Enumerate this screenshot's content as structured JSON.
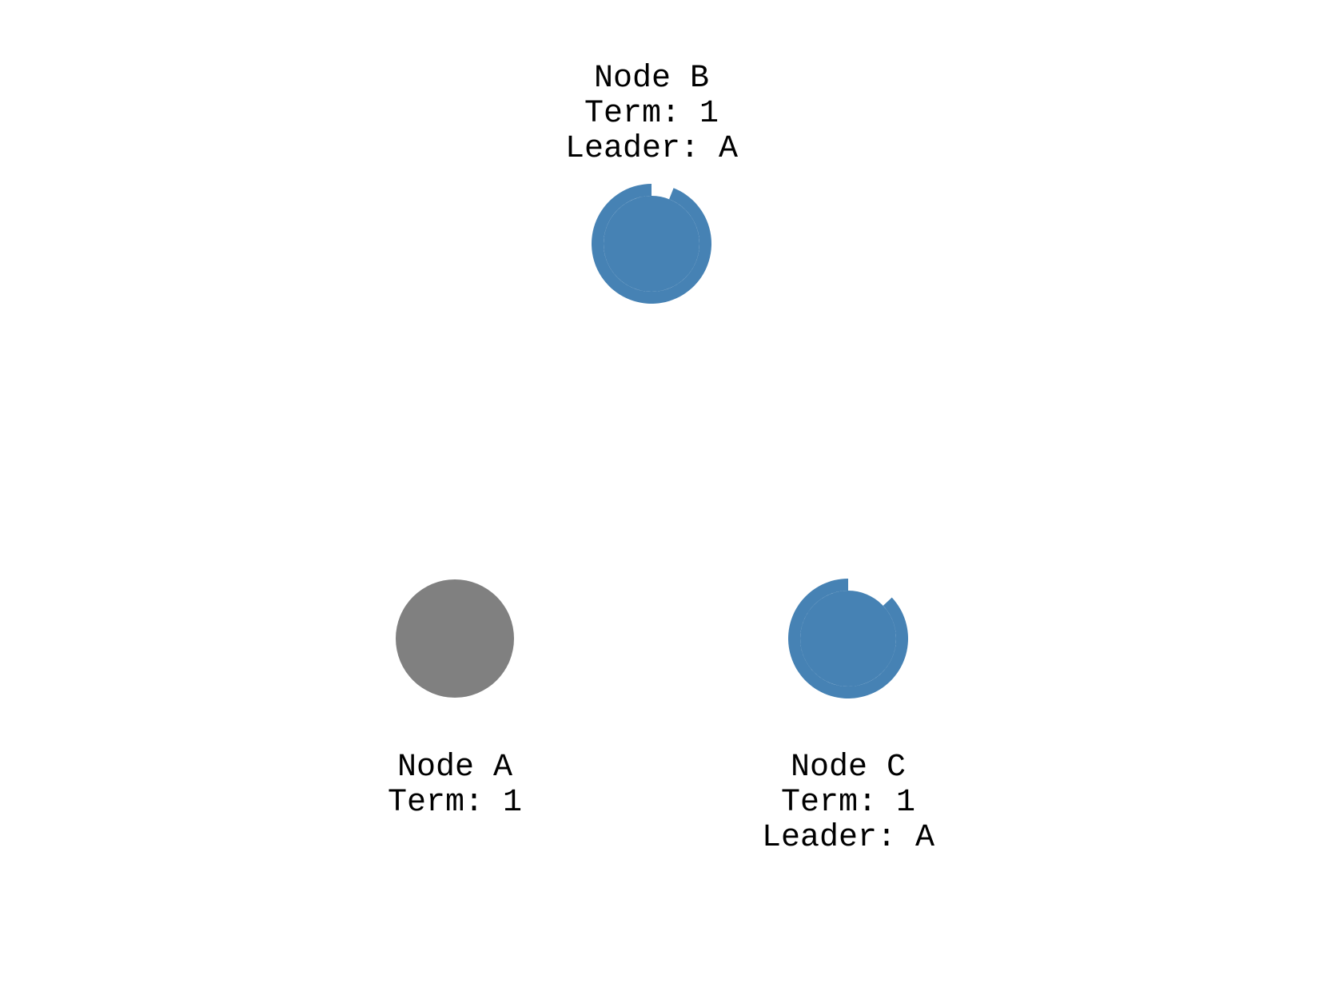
{
  "colors": {
    "leader": "#808080",
    "follower": "#4682b4",
    "text": "#000000",
    "background": "#ffffff"
  },
  "nodes": [
    {
      "id": "A",
      "role": "leader",
      "label": "Node A",
      "term": "Term: 1",
      "leader": "",
      "timeout_remaining": 1.0
    },
    {
      "id": "B",
      "role": "follower",
      "label": "Node B",
      "term": "Term: 1",
      "leader": "Leader: A",
      "timeout_remaining": 0.94
    },
    {
      "id": "C",
      "role": "follower",
      "label": "Node C",
      "term": "Term: 1",
      "leader": "Leader: A",
      "timeout_remaining": 0.87
    }
  ]
}
